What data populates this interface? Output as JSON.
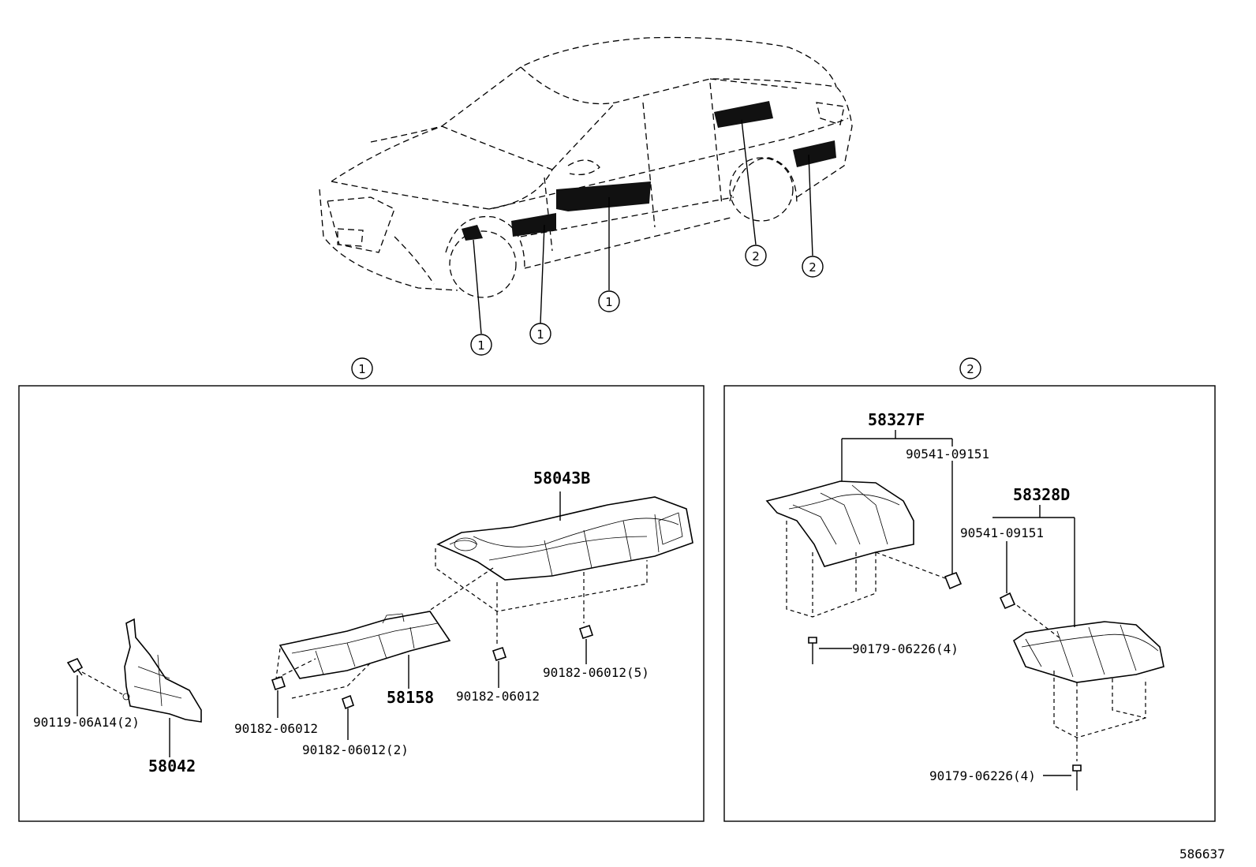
{
  "callout_markers": {
    "one": "1",
    "two": "2"
  },
  "group_headers": {
    "panel1": "1",
    "panel2": "2"
  },
  "panel1": {
    "part_58043B": "58043B",
    "part_58158": "58158",
    "part_58042": "58042",
    "bolt_90119": "90119-06A14(2)",
    "nut_a": "90182-06012",
    "nut_b": "90182-06012(2)",
    "nut_c": "90182-06012",
    "nut_d": "90182-06012(5)"
  },
  "panel2": {
    "part_58327F": "58327F",
    "part_58328D": "58328D",
    "clip_a": "90541-09151",
    "clip_b": "90541-09151",
    "screw_a": "90179-06226(4)",
    "screw_b": "90179-06226(4)"
  },
  "figure_id": "586637"
}
